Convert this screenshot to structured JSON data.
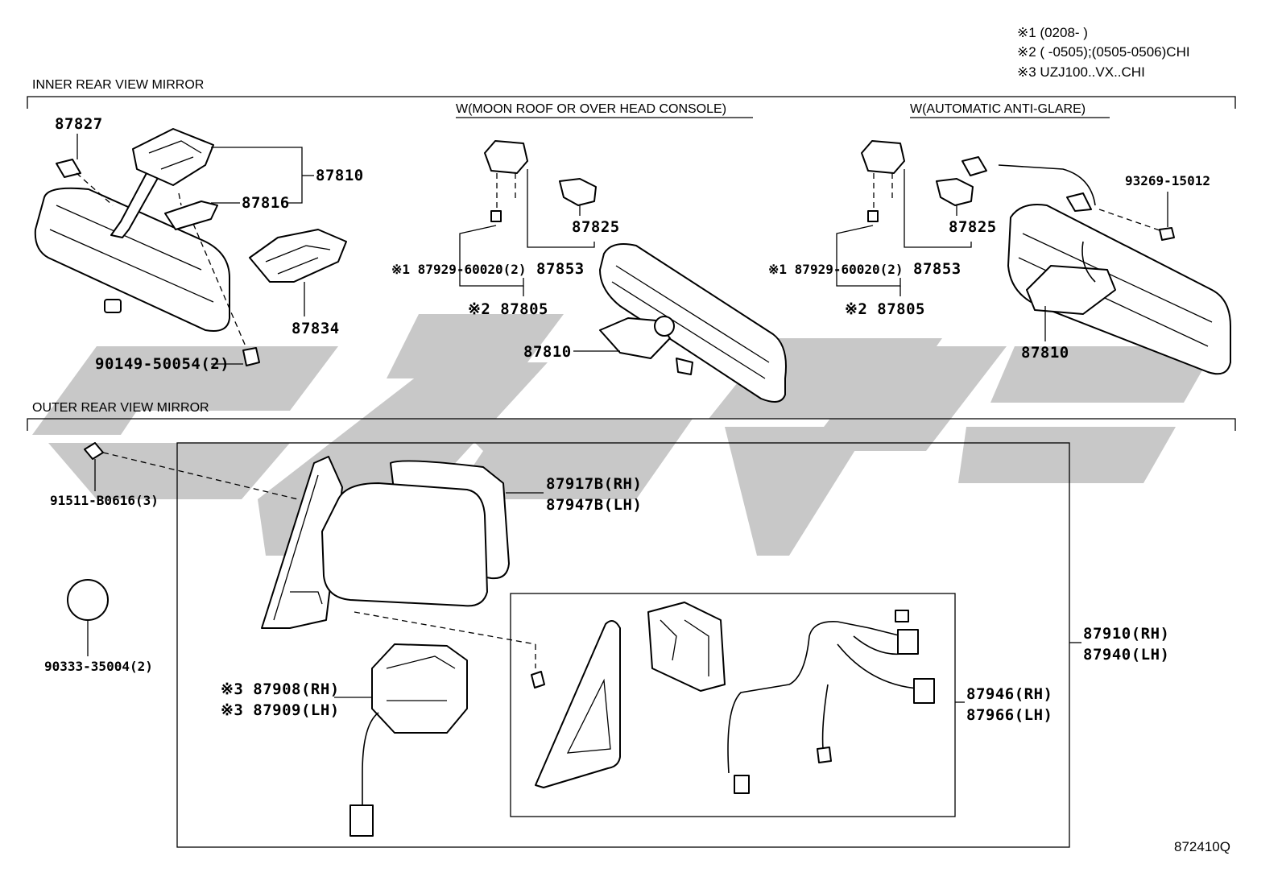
{
  "footnotes": [
    "※1 (0208-      )",
    "※2 (      -0505);(0505-0506)CHI",
    "※3 UZJ100..VX..CHI"
  ],
  "sections": {
    "inner": "INNER REAR VIEW MIRROR",
    "outer": "OUTER REAR VIEW MIRROR"
  },
  "variants": {
    "moon_roof": "W(MOON ROOF OR OVER HEAD CONSOLE)",
    "anti_glare": "W(AUTOMATIC ANTI-GLARE)"
  },
  "inner_parts": {
    "p87827": "87827",
    "p87810_a": "87810",
    "p87816": "87816",
    "p87834": "87834",
    "p90149": "90149-50054(2)",
    "p87825_a": "87825",
    "p87929_a": "※1 87929-60020(2)",
    "p87853_a": "87853",
    "p87805_a": "※2 87805",
    "p87810_b": "87810",
    "p87825_b": "87825",
    "p87929_b": "※1 87929-60020(2)",
    "p87853_b": "87853",
    "p87805_b": "※2 87805",
    "p93269": "93269-15012",
    "p87810_c": "87810"
  },
  "outer_parts": {
    "p91511": "91511-B0616(3)",
    "p90333": "90333-35004(2)",
    "p87917": "87917B(RH)",
    "p87947": "87947B(LH)",
    "p87908": "※3 87908(RH)",
    "p87909": "※3 87909(LH)",
    "p87946": "87946(RH)",
    "p87966": "87966(LH)",
    "p87910": "87910(RH)",
    "p87940": "87940(LH)"
  },
  "diagram_id": "872410Q"
}
